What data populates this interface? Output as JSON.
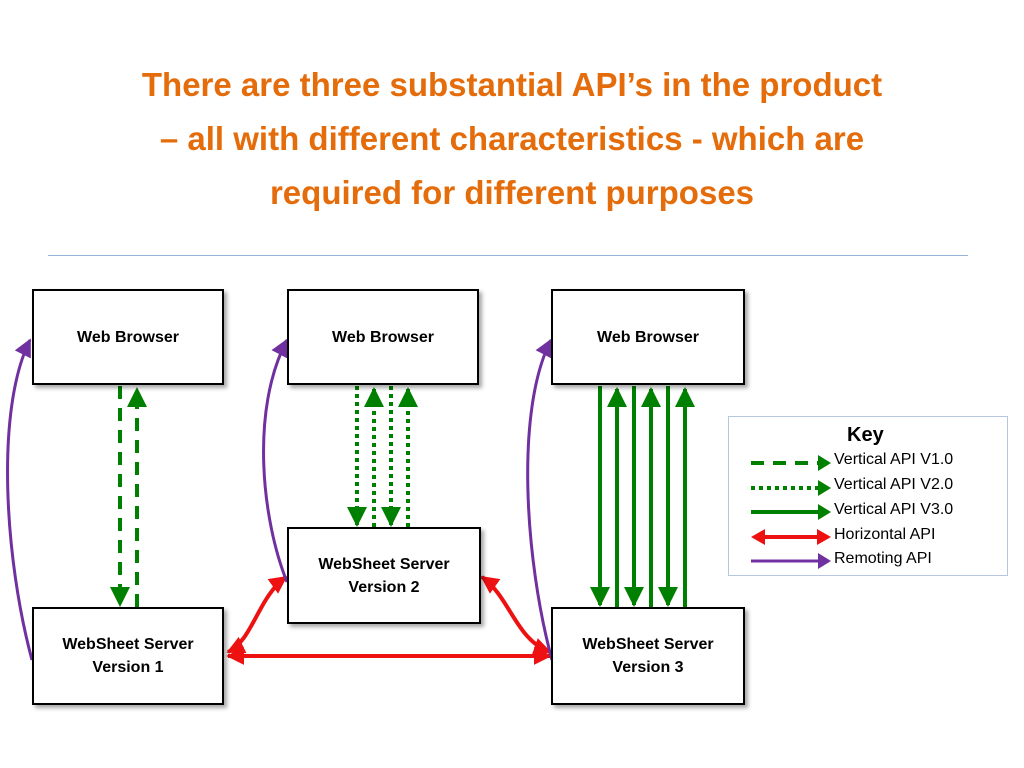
{
  "title": {
    "lines": [
      "There are three substantial API’s in the product",
      "– all with different characteristics  - which are",
      "required for different purposes"
    ]
  },
  "nodes": {
    "browser_1": "Web Browser",
    "browser_2": "Web Browser",
    "browser_3": "Web Browser",
    "server_1": {
      "line1": "WebSheet Server",
      "line2": "Version 1"
    },
    "server_2": {
      "line1": "WebSheet Server",
      "line2": "Version 2"
    },
    "server_3": {
      "line1": "WebSheet Server",
      "line2": "Version 3"
    }
  },
  "key": {
    "title": "Key",
    "items": [
      {
        "label": "Vertical API V1.0",
        "style": "dashed",
        "color": "#008000",
        "icon": "dashed-arrow-icon"
      },
      {
        "label": "Vertical API V2.0",
        "style": "dotted",
        "color": "#008000",
        "icon": "dotted-arrow-icon"
      },
      {
        "label": "Vertical API V3.0",
        "style": "solid",
        "color": "#008000",
        "icon": "solid-arrow-icon"
      },
      {
        "label": "Horizontal API",
        "style": "double",
        "color": "#EE1111",
        "icon": "double-arrow-icon"
      },
      {
        "label": "Remoting API",
        "style": "solid",
        "color": "#7030A0",
        "icon": "remoting-arrow-icon"
      }
    ]
  },
  "colors": {
    "title": "#E46C0A",
    "vertical_api": "#008000",
    "horizontal_api": "#EE1111",
    "remoting_api": "#7030A0",
    "divider": "#95B3D7"
  }
}
